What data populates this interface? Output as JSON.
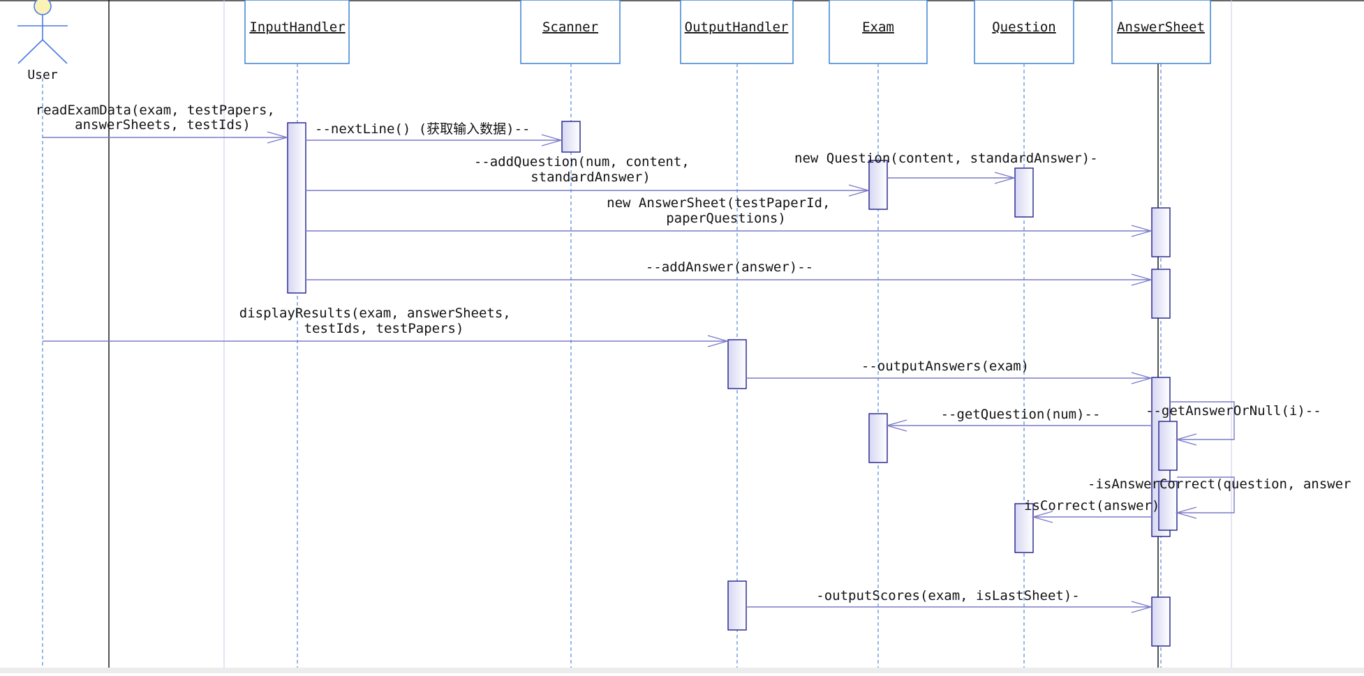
{
  "diagram": {
    "actor": {
      "label": "User"
    },
    "objects": [
      {
        "id": "input",
        "label": "InputHandler"
      },
      {
        "id": "scanner",
        "label": "Scanner"
      },
      {
        "id": "output",
        "label": "OutputHandler"
      },
      {
        "id": "exam",
        "label": "Exam"
      },
      {
        "id": "question",
        "label": "Question"
      },
      {
        "id": "sheet",
        "label": "AnswerSheet"
      }
    ],
    "messages": [
      {
        "id": "m1",
        "lines": [
          "readExamData(exam, testPapers,",
          "answerSheets, testIds)"
        ]
      },
      {
        "id": "m2",
        "lines": [
          "--nextLine() (获取输入数据)--"
        ]
      },
      {
        "id": "m3",
        "lines": [
          "--addQuestion(num, content,",
          "standardAnswer)"
        ]
      },
      {
        "id": "m4",
        "lines": [
          "new Question(content, standardAnswer)-"
        ]
      },
      {
        "id": "m5",
        "lines": [
          "new AnswerSheet(testPaperId,",
          "paperQuestions)"
        ]
      },
      {
        "id": "m6",
        "lines": [
          "--addAnswer(answer)--"
        ]
      },
      {
        "id": "m7",
        "lines": [
          "displayResults(exam, answerSheets,",
          "testIds, testPapers)"
        ]
      },
      {
        "id": "m8",
        "lines": [
          "--outputAnswers(exam)"
        ]
      },
      {
        "id": "m9",
        "lines": [
          "--getQuestion(num)--"
        ]
      },
      {
        "id": "m10",
        "lines": [
          "--getAnswerOrNull(i)--"
        ]
      },
      {
        "id": "m11",
        "lines": [
          "-isAnswerCorrect(question, answer"
        ]
      },
      {
        "id": "m12",
        "lines": [
          "isCorrect(answer)"
        ]
      },
      {
        "id": "m13",
        "lines": [
          "-outputScores(exam, isLastSheet)-"
        ]
      }
    ],
    "colors": {
      "lifeline": "#5f8ee0",
      "box_border": "#3c82d2",
      "activation_border": "#1f1f8a",
      "activation_fill": "#e3e3f7",
      "arrow": "#7a7ac8",
      "frame_line": "#c8c8ea",
      "actor": "#4a79e0",
      "actor_head": "#fbf2b8"
    }
  }
}
